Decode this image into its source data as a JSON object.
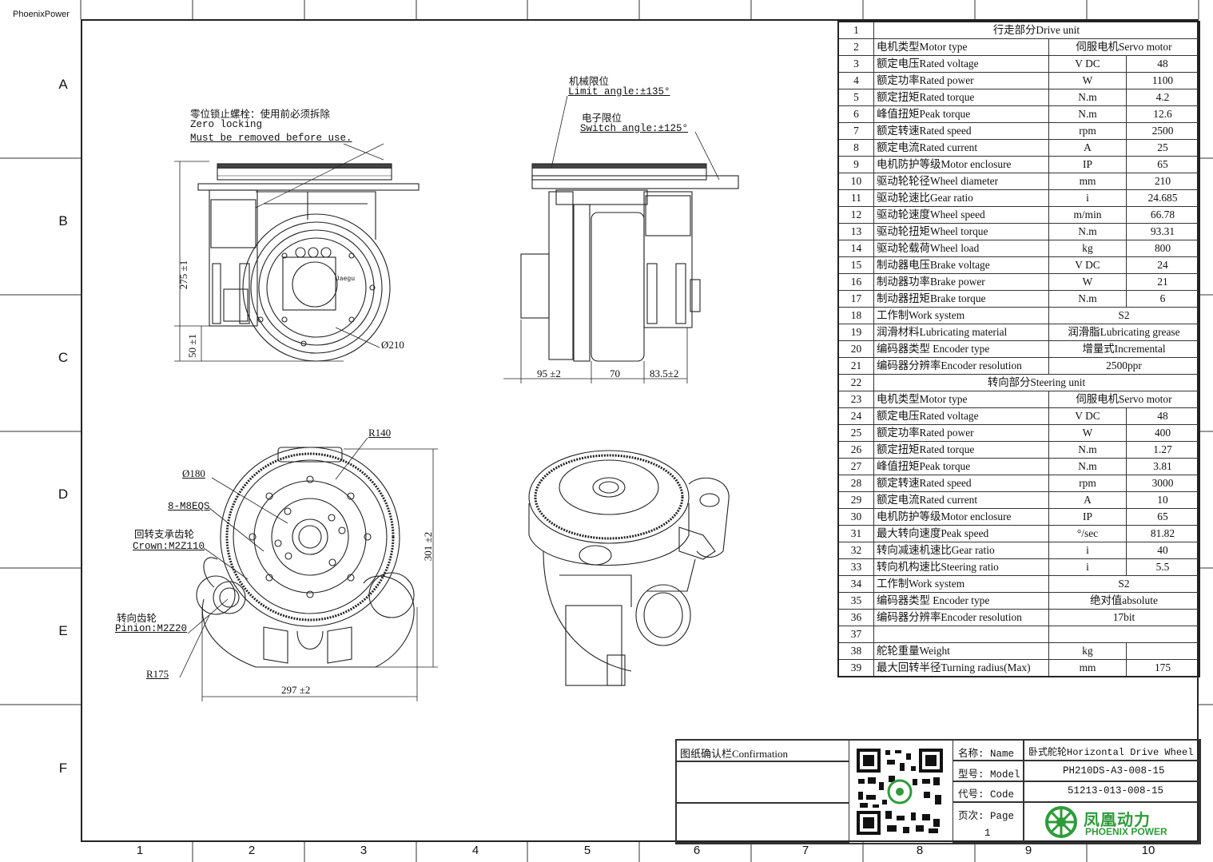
{
  "brand": "PhoenixPower",
  "row_labels": [
    "A",
    "B",
    "C",
    "D",
    "E",
    "F"
  ],
  "col_labels": [
    "1",
    "2",
    "3",
    "4",
    "5",
    "6",
    "7",
    "8",
    "9",
    "10"
  ],
  "annotations": {
    "zero_lock_cn": "零位锁止螺栓：使用前必须拆除",
    "zero_lock_en1": "Zero locking",
    "zero_lock_en2": "Must be removed before use.",
    "mech_limit_cn": "机械限位",
    "mech_limit_en": "Limit angle:±135°",
    "elec_limit_cn": "电子限位",
    "elec_limit_en": "Switch angle:±125°",
    "crown_cn": "回转支承齿轮",
    "crown_en": "Crown:M2Z110",
    "pinion_cn": "转向齿轮",
    "pinion_en": "Pinion:M2Z20",
    "bolts": "8-M8EQS",
    "motor_label": "Jaegu"
  },
  "dimensions": {
    "h275": "275 ±1",
    "h50": "50 ±1",
    "dia210": "Ø210",
    "w95": "95 ±2",
    "w70": "70",
    "w83": "83.5±2",
    "r140": "R140",
    "dia180": "Ø180",
    "h301": "301 ±2",
    "r175": "R175",
    "w297": "297 ±2"
  },
  "spec_table": [
    {
      "n": "1",
      "label": "行走部分Drive unit",
      "span": true
    },
    {
      "n": "2",
      "label": "电机类型Motor type",
      "value": "伺服电机Servo motor",
      "full": true
    },
    {
      "n": "3",
      "label": "额定电压Rated voltage",
      "unit": "V DC",
      "value": "48"
    },
    {
      "n": "4",
      "label": "额定功率Rated power",
      "unit": "W",
      "value": "1100"
    },
    {
      "n": "5",
      "label": "额定扭矩Rated torque",
      "unit": "N.m",
      "value": "4.2"
    },
    {
      "n": "6",
      "label": "峰值扭矩Peak torque",
      "unit": "N.m",
      "value": "12.6"
    },
    {
      "n": "7",
      "label": "额定转速Rated speed",
      "unit": "rpm",
      "value": "2500"
    },
    {
      "n": "8",
      "label": "额定电流Rated current",
      "unit": "A",
      "value": "25"
    },
    {
      "n": "9",
      "label": "电机防护等级Motor enclosure",
      "unit": "IP",
      "value": "65"
    },
    {
      "n": "10",
      "label": "驱动轮轮径Wheel diameter",
      "unit": "mm",
      "value": "210"
    },
    {
      "n": "11",
      "label": "驱动轮速比Gear ratio",
      "unit": "i",
      "value": "24.685"
    },
    {
      "n": "12",
      "label": "驱动轮速度Wheel speed",
      "unit": "m/min",
      "value": "66.78"
    },
    {
      "n": "13",
      "label": "驱动轮扭矩Wheel torque",
      "unit": "N.m",
      "value": "93.31"
    },
    {
      "n": "14",
      "label": "驱动轮载荷Wheel load",
      "unit": "kg",
      "value": "800"
    },
    {
      "n": "15",
      "label": "制动器电压Brake voltage",
      "unit": "V DC",
      "value": "24"
    },
    {
      "n": "16",
      "label": "制动器功率Brake power",
      "unit": "W",
      "value": "21"
    },
    {
      "n": "17",
      "label": "制动器扭矩Brake torque",
      "unit": "N.m",
      "value": "6"
    },
    {
      "n": "18",
      "label": "工作制Work system",
      "value": "S2",
      "full": true
    },
    {
      "n": "19",
      "label": "润滑材料Lubricating material",
      "value": "润滑脂Lubricating grease",
      "full": true
    },
    {
      "n": "20",
      "label": "编码器类型 Encoder type",
      "value": "增量式Incremental",
      "full": true
    },
    {
      "n": "21",
      "label": "编码器分辨率Encoder resolution",
      "value": "2500ppr",
      "full": true
    },
    {
      "n": "22",
      "label": "转向部分Steering unit",
      "span": true
    },
    {
      "n": "23",
      "label": "电机类型Motor type",
      "value": "伺服电机Servo motor",
      "full": true
    },
    {
      "n": "24",
      "label": "额定电压Rated voltage",
      "unit": "V DC",
      "value": "48"
    },
    {
      "n": "25",
      "label": "额定功率Rated power",
      "unit": "W",
      "value": "400"
    },
    {
      "n": "26",
      "label": "额定扭矩Rated torque",
      "unit": "N.m",
      "value": "1.27"
    },
    {
      "n": "27",
      "label": "峰值扭矩Peak torque",
      "unit": "N.m",
      "value": "3.81"
    },
    {
      "n": "28",
      "label": "额定转速Rated speed",
      "unit": "rpm",
      "value": "3000"
    },
    {
      "n": "29",
      "label": "额定电流Rated current",
      "unit": "A",
      "value": "10"
    },
    {
      "n": "30",
      "label": "电机防护等级Motor enclosure",
      "unit": "IP",
      "value": "65"
    },
    {
      "n": "31",
      "label": "最大转向速度Peak speed",
      "unit": "°/sec",
      "value": "81.82"
    },
    {
      "n": "32",
      "label": "转向减速机速比Gear ratio",
      "unit": "i",
      "value": "40"
    },
    {
      "n": "33",
      "label": "转向机构速比Steering ratio",
      "unit": "i",
      "value": "5.5"
    },
    {
      "n": "34",
      "label": "工作制Work system",
      "value": "S2",
      "full": true
    },
    {
      "n": "35",
      "label": "编码器类型 Encoder type",
      "value": "绝对值absolute",
      "full": true
    },
    {
      "n": "36",
      "label": "编码器分辨率Encoder resolution",
      "value": "17bit",
      "full": true
    },
    {
      "n": "37",
      "label": "",
      "value": "",
      "full": true
    },
    {
      "n": "38",
      "label": "舵轮重量Weight",
      "unit": "kg",
      "value": ""
    },
    {
      "n": "39",
      "label": "最大回转半径Turning radius(Max)",
      "unit": "mm",
      "value": "175"
    }
  ],
  "title_block": {
    "confirmation": "图纸确认栏Confirmation",
    "name_label": "名称: Name",
    "name_value": "卧式舵轮Horizontal Drive Wheel",
    "model_label": "型号: Model",
    "model_value": "PH210DS-A3-008-15",
    "code_label": "代号: Code",
    "code_value": "51213-013-008-15",
    "page_label": "页次: Page",
    "page_value": "1",
    "logo_cn": "凤凰动力",
    "logo_en": "PHOENIX POWER"
  },
  "colors": {
    "line": "#222222",
    "logo": "#2e9b3a"
  }
}
